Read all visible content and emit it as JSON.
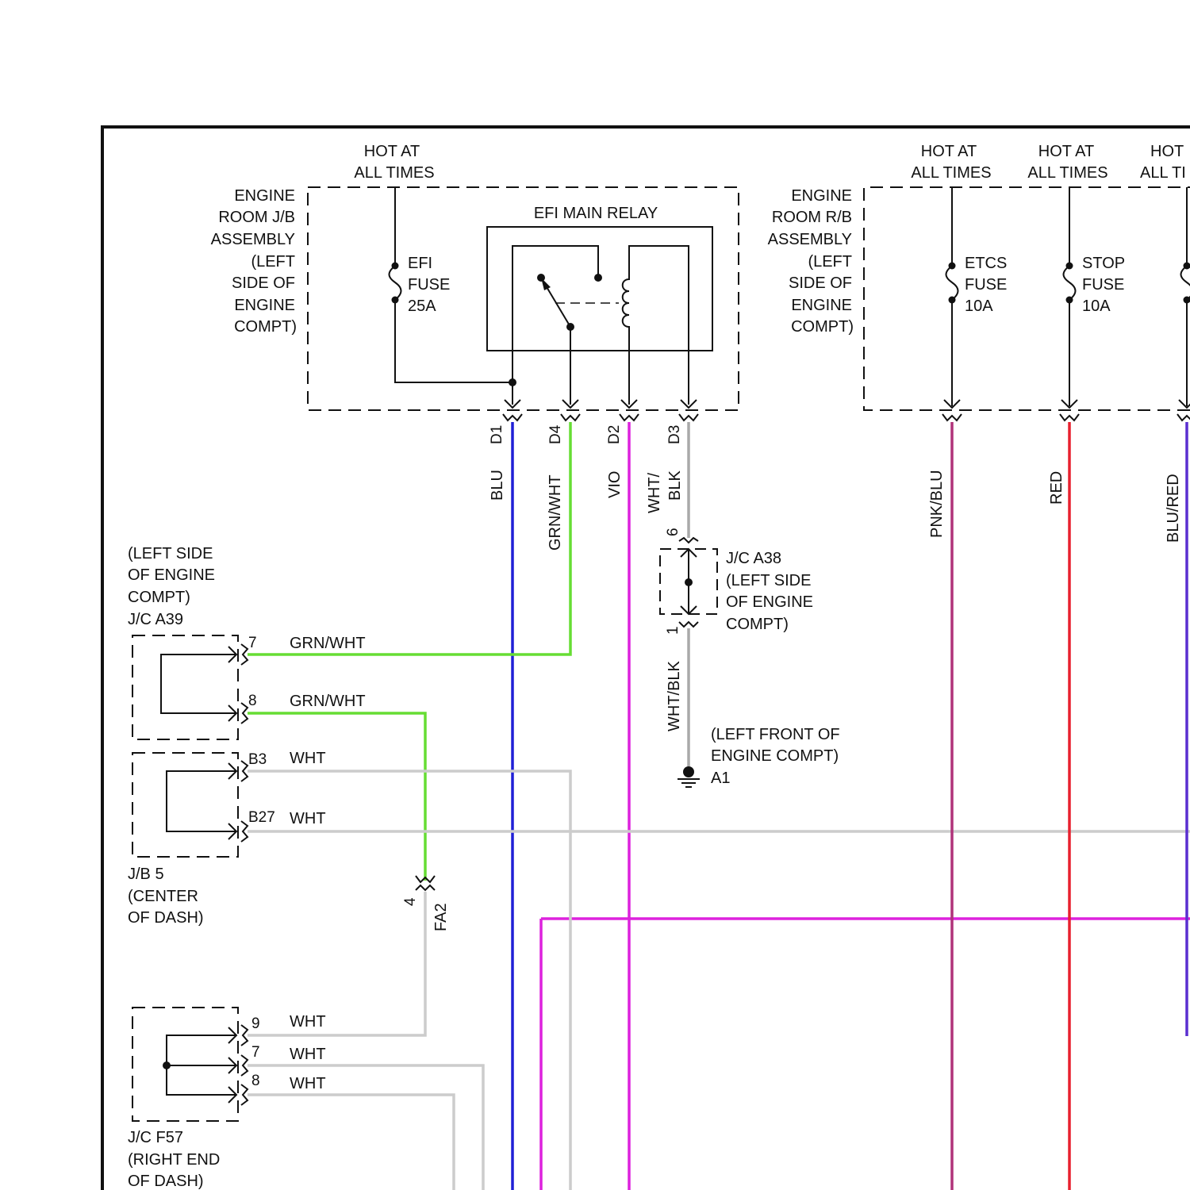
{
  "colors": {
    "BLU": "#1f1fd6",
    "GRN_WHT": "#66dd33",
    "VIO": "#dd22dd",
    "WHT": "#cccccc",
    "WHT_BLK": "#a9a9a9",
    "PNK_BLU": "#b0337a",
    "RED": "#e8202e",
    "BLU_RED": "#5a2fd0",
    "outline": "#111111"
  },
  "engine_room_jb": {
    "hot_line1": "HOT AT",
    "hot_line2": "ALL TIMES",
    "label": [
      "ENGINE",
      "ROOM J/B",
      "ASSEMBLY",
      "(LEFT",
      "SIDE OF",
      "ENGINE",
      "COMPT)"
    ],
    "fuse": [
      "EFI",
      "FUSE",
      "25A"
    ],
    "relay_title": "EFI MAIN RELAY",
    "pins": [
      "D1",
      "D4",
      "D2",
      "D3"
    ]
  },
  "engine_room_rb": {
    "label": [
      "ENGINE",
      "ROOM R/B",
      "ASSEMBLY",
      "(LEFT",
      "SIDE OF",
      "ENGINE",
      "COMPT)"
    ],
    "hot": [
      {
        "line1": "HOT AT",
        "line2": "ALL TIMES"
      },
      {
        "line1": "HOT AT",
        "line2": "ALL TIMES"
      },
      {
        "line1": "HOT",
        "line2": "ALL TI"
      }
    ],
    "fuse_etcs": [
      "ETCS",
      "FUSE",
      "10A"
    ],
    "fuse_stop": [
      "STOP",
      "FUSE",
      "10A"
    ]
  },
  "wire_labels": {
    "blu": "BLU",
    "grn_wht": "GRN/WHT",
    "vio": "VIO",
    "wht_blk_1": "WHT/",
    "wht_blk_2": "BLK",
    "pnk_blu": "PNK/BLU",
    "red": "RED",
    "blu_red": "BLU/RED",
    "wht_blk_lower": "WHT/BLK"
  },
  "jc_a38": {
    "pin_top": "6",
    "pin_bottom": "1",
    "label": [
      "J/C A38",
      "(LEFT SIDE",
      "OF ENGINE",
      "COMPT)"
    ]
  },
  "ground_a1": {
    "label": [
      "(LEFT FRONT OF",
      "ENGINE COMPT)",
      "A1"
    ]
  },
  "jc_a39": {
    "label": [
      "(LEFT SIDE",
      "OF ENGINE",
      "COMPT)",
      "J/C A39"
    ],
    "pins": [
      "7",
      "8"
    ],
    "wires": [
      "GRN/WHT",
      "GRN/WHT"
    ]
  },
  "jb5": {
    "pins": [
      "B3",
      "B27"
    ],
    "wires": [
      "WHT",
      "WHT"
    ],
    "label": [
      "J/B 5",
      "(CENTER",
      "OF DASH)"
    ]
  },
  "fa2": {
    "pin": "4",
    "label": "FA2"
  },
  "jc_f57": {
    "pins": [
      "9",
      "7",
      "8"
    ],
    "wires": [
      "WHT",
      "WHT",
      "WHT"
    ],
    "label": [
      "J/C F57",
      "(RIGHT END",
      "OF DASH)"
    ]
  }
}
